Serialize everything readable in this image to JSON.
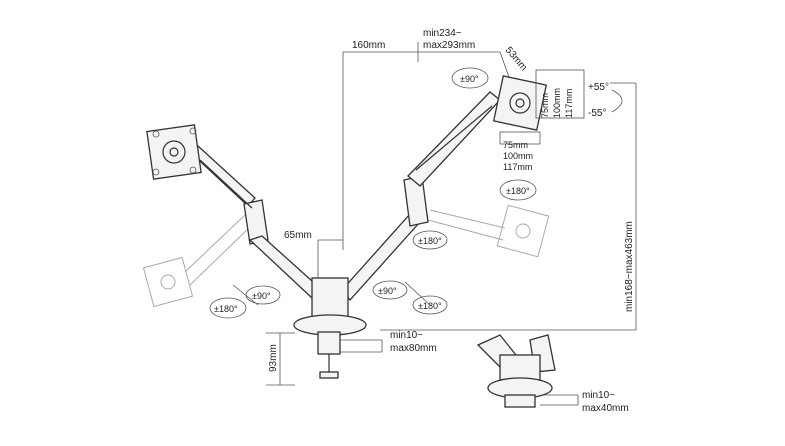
{
  "labels": {
    "arm_gap": "160mm",
    "arm_extension_min": "min234~",
    "arm_extension_max": "max293mm",
    "vesa_offset": "53mm",
    "rotate_top": "±90°",
    "vesa_v75": "75mm",
    "vesa_v100": "100mm",
    "vesa_v117": "117mm",
    "vesa_h75": "75mm",
    "vesa_h100": "100mm",
    "vesa_h117": "117mm",
    "tilt_up": "+55°",
    "tilt_down": "-55°",
    "spin_right_monitor": "±180°",
    "pole_gap": "65mm",
    "swivel_right_upper": "±180°",
    "swivel_left_arm": "±90°",
    "swivel_left_monitor": "±180°",
    "swivel_right_arm": "±90°",
    "swivel_right_lower": "±180°",
    "height_range": "min168~max463mm",
    "clamp_height": "93mm",
    "clamp_min": "min10~",
    "clamp_max": "max80mm",
    "grommet_min": "min10~",
    "grommet_max": "max40mm"
  }
}
